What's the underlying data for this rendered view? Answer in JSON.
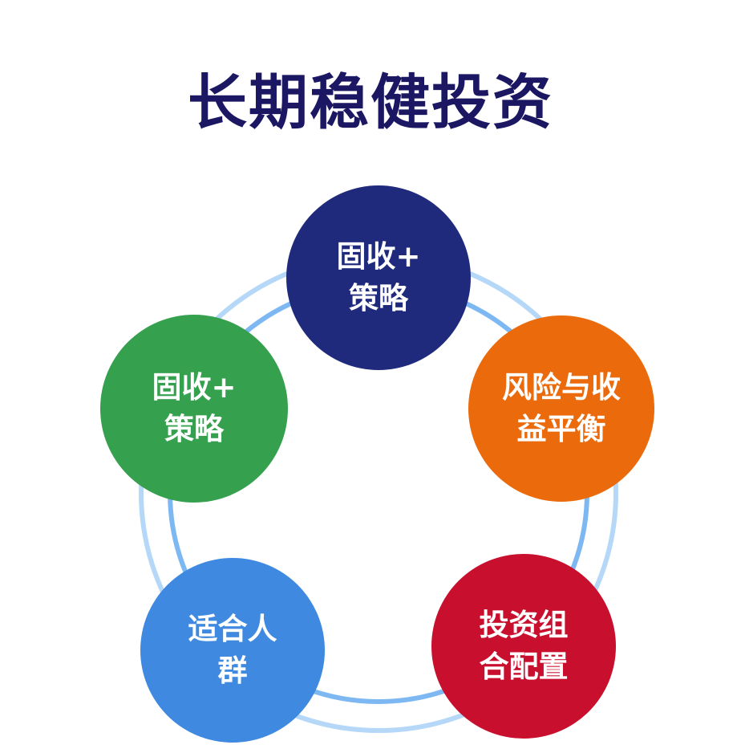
{
  "title": "长期稳健投资",
  "colors": {
    "title": "#1b1762",
    "ring_inner": "#7db8f2",
    "ring_outer": "#b5d7f8"
  },
  "nodes": [
    {
      "id": "top",
      "lines": [
        "固收+",
        "策略"
      ],
      "color": "#1f2a7c"
    },
    {
      "id": "right",
      "lines": [
        "风险与收",
        "益平衡"
      ],
      "color": "#ea6a0c"
    },
    {
      "id": "bottom-right",
      "lines": [
        "投资组",
        "合配置"
      ],
      "color": "#c8102e"
    },
    {
      "id": "bottom-left",
      "lines": [
        "适合人",
        "群"
      ],
      "color": "#3f8ae0"
    },
    {
      "id": "left",
      "lines": [
        "固收+",
        "策略"
      ],
      "color": "#35a04e"
    }
  ]
}
